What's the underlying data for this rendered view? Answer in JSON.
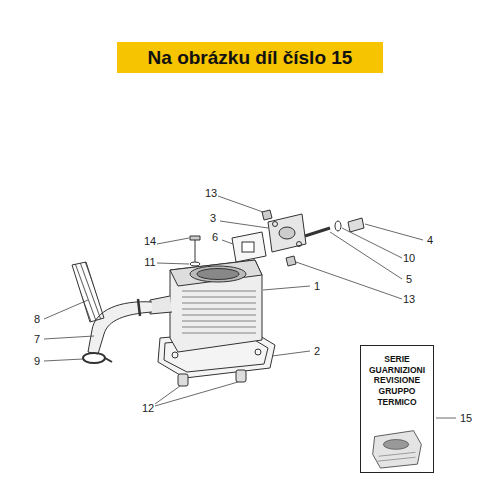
{
  "diagram": {
    "nodes": [
      {
        "text": [
          "Na obrázku díl číslo 15"
        ]
      },
      {
        "text": [
          "SERIE GUARNIZIONI REVISIONE GRUPPO TERMICO"
        ]
      }
    ],
    "labels": [
      "13",
      "3",
      "6",
      "14",
      "4",
      "11",
      "10",
      "5",
      "1",
      "13",
      "8",
      "7",
      "2",
      "9",
      "12",
      "15"
    ]
  }
}
